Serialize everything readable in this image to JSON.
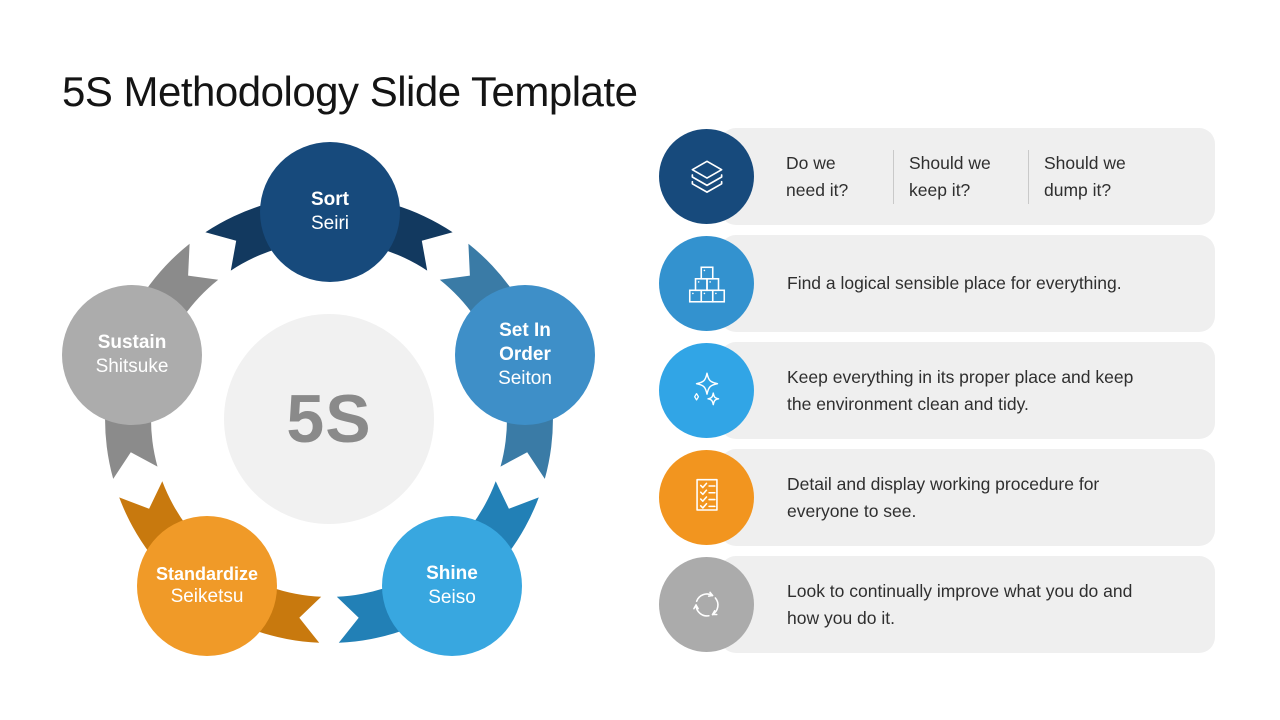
{
  "slide": {
    "title": "5S Methodology Slide Template"
  },
  "diagram": {
    "center_label": "5S",
    "center_color": "#F1F1F1",
    "center_text_color": "#8A8A8A",
    "nodes": [
      {
        "name": "Sort",
        "japanese": "Seiri",
        "color": "#174A7C",
        "ribbon_color": "#12395F"
      },
      {
        "name": "Set In Order",
        "japanese": "Seiton",
        "color": "#3E8FC8",
        "ribbon_color": "#3A7BA6"
      },
      {
        "name": "Shine",
        "japanese": "Seiso",
        "color": "#38A7E0",
        "ribbon_color": "#2280B6"
      },
      {
        "name": "Standardize",
        "japanese": "Seiketsu",
        "color": "#F09A28",
        "ribbon_color": "#C8790E"
      },
      {
        "name": "Sustain",
        "japanese": "Shitsuke",
        "color": "#ACACAC",
        "ribbon_color": "#8B8B8B"
      }
    ]
  },
  "details": {
    "card_background": "#EFEFEF",
    "rows": [
      {
        "icon": "layers-icon",
        "color": "#174A7C",
        "columns": [
          "Do we need it?",
          "Should we keep it?",
          "Should we dump it?"
        ]
      },
      {
        "icon": "blocks-icon",
        "color": "#3392CF",
        "text": "Find a logical sensible place for everything."
      },
      {
        "icon": "sparkles-icon",
        "color": "#31A5E6",
        "text": "Keep everything in its proper place and keep the environment clean and tidy."
      },
      {
        "icon": "checklist-icon",
        "color": "#F2951F",
        "text": "Detail and display working procedure for everyone to see."
      },
      {
        "icon": "sync-icon",
        "color": "#ABABAB",
        "text": "Look to continually improve what you do and how you do it."
      }
    ]
  }
}
